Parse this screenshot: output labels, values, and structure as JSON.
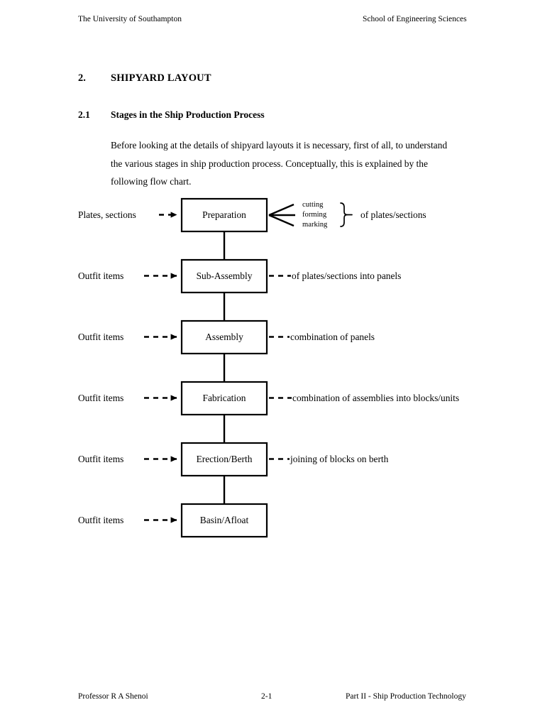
{
  "header": {
    "left": "The University of Southampton",
    "right": "School of Engineering Sciences"
  },
  "section": {
    "number": "2.",
    "title": "SHIPYARD LAYOUT"
  },
  "subsection": {
    "number": "2.1",
    "title": "Stages in the Ship Production Process"
  },
  "paragraph": {
    "text": "Before looking at the details of shipyard layouts it is necessary, first of all, to understand the various stages in ship production process. Conceptually, this is explained by the following flow chart."
  },
  "flowchart": {
    "rows": [
      {
        "input_label": "Plates, sections",
        "box_label": "Preparation",
        "description": "",
        "annotation_lines": [
          "cutting",
          "forming",
          "marking"
        ],
        "annotation_suffix": "of plates/sections"
      },
      {
        "input_label": "Outfit items",
        "box_label": "Sub-Assembly",
        "description": "of plates/sections into panels"
      },
      {
        "input_label": "Outfit items",
        "box_label": "Assembly",
        "description": "combination of panels"
      },
      {
        "input_label": "Outfit items",
        "box_label": "Fabrication",
        "description": "combination of assemblies into blocks/units"
      },
      {
        "input_label": "Outfit items",
        "box_label": "Erection/Berth",
        "description": "joining of blocks on berth"
      },
      {
        "input_label": "Outfit items",
        "box_label": "Basin/Afloat",
        "description": ""
      }
    ]
  },
  "footer": {
    "left": "Professor R A Shenoi",
    "center": "2-1",
    "right": "Part II - Ship Production Technology"
  }
}
